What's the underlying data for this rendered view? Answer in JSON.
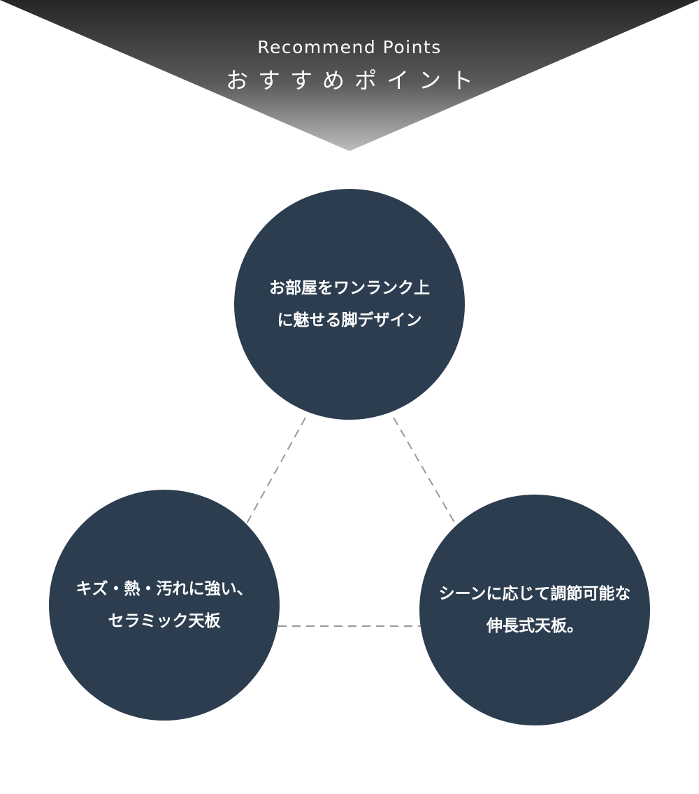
{
  "header": {
    "title_en": "Recommend Points",
    "title_jp": "おすすめポイント"
  },
  "points": [
    {
      "line1": "お部屋をワンランク上",
      "line2": "に魅せる脚デザイン"
    },
    {
      "line1": "キズ・熱・汚れに強い、",
      "line2": "セラミック天板"
    },
    {
      "line1": "シーンに応じて調節可能な",
      "line2": "伸長式天板。"
    }
  ],
  "colors": {
    "circle": "#2c3d4f",
    "banner_dark": "#2b2b2b",
    "banner_light": "#b5b5b5",
    "connector": "#999999"
  }
}
